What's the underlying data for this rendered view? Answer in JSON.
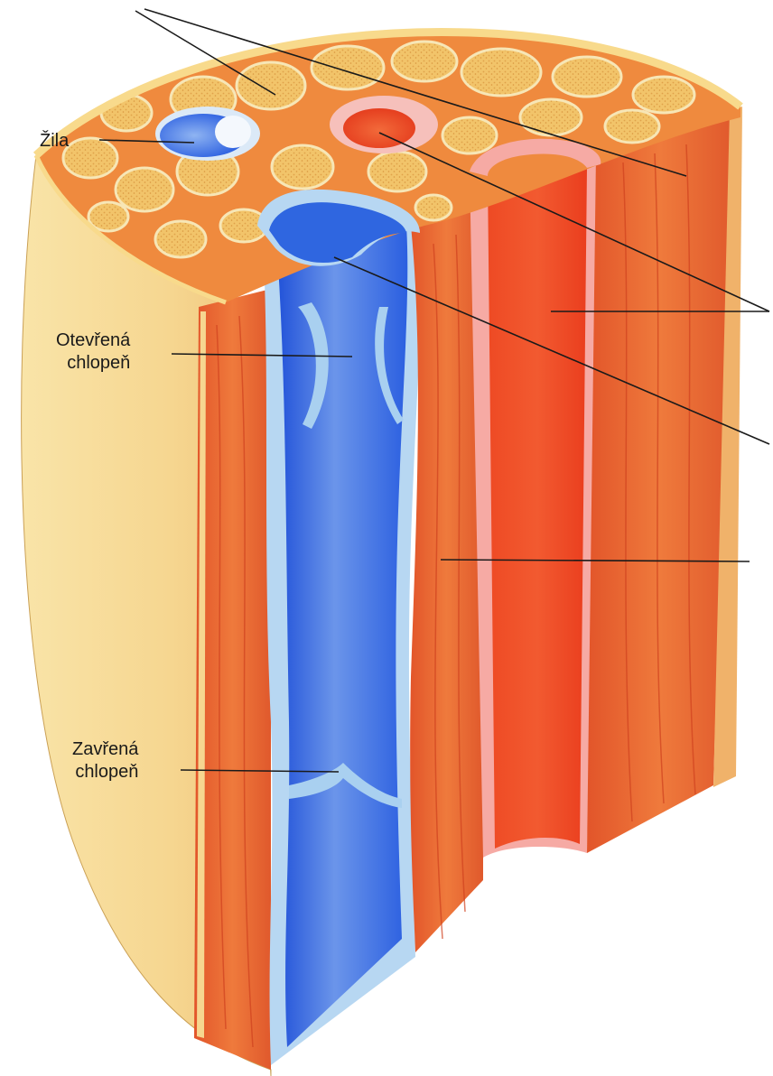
{
  "labels": {
    "vein": "Žila",
    "open_valve": [
      "Otevřená",
      "chlopeň"
    ],
    "closed_valve": [
      "Zavřená",
      "chlopeň"
    ]
  },
  "colors": {
    "fat_fill": "#f0bb5e",
    "muscle_red": "#e9602d",
    "vein_blue": "#2f66e0",
    "vein_wall": "#a9d0f0",
    "artery_red": "#ee3b20",
    "artery_wall": "#f6a8a2",
    "skin": "#f9dd9a"
  }
}
